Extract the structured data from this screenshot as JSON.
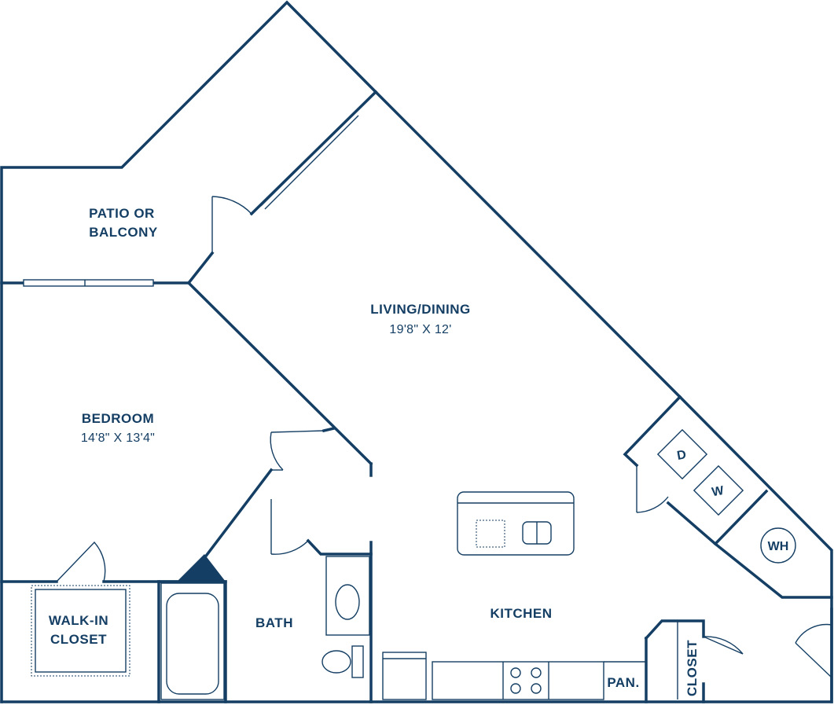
{
  "colors": {
    "line": "#143e63",
    "background": "#ffffff"
  },
  "rooms": {
    "patio": {
      "line1": "PATIO OR",
      "line2": "BALCONY"
    },
    "living": {
      "name": "LIVING/DINING",
      "dimensions": "19'8\" X 12'"
    },
    "bedroom": {
      "name": "BEDROOM",
      "dimensions": "14'8\" X 13'4\""
    },
    "walkin": {
      "line1": "WALK-IN",
      "line2": "CLOSET"
    },
    "bath": {
      "name": "BATH"
    },
    "kitchen": {
      "name": "KITCHEN"
    },
    "pantry": {
      "name": "PAN."
    },
    "closet": {
      "name": "CLOSET"
    }
  },
  "appliances": {
    "dryer": "D",
    "washer": "W",
    "water_heater": "WH"
  }
}
